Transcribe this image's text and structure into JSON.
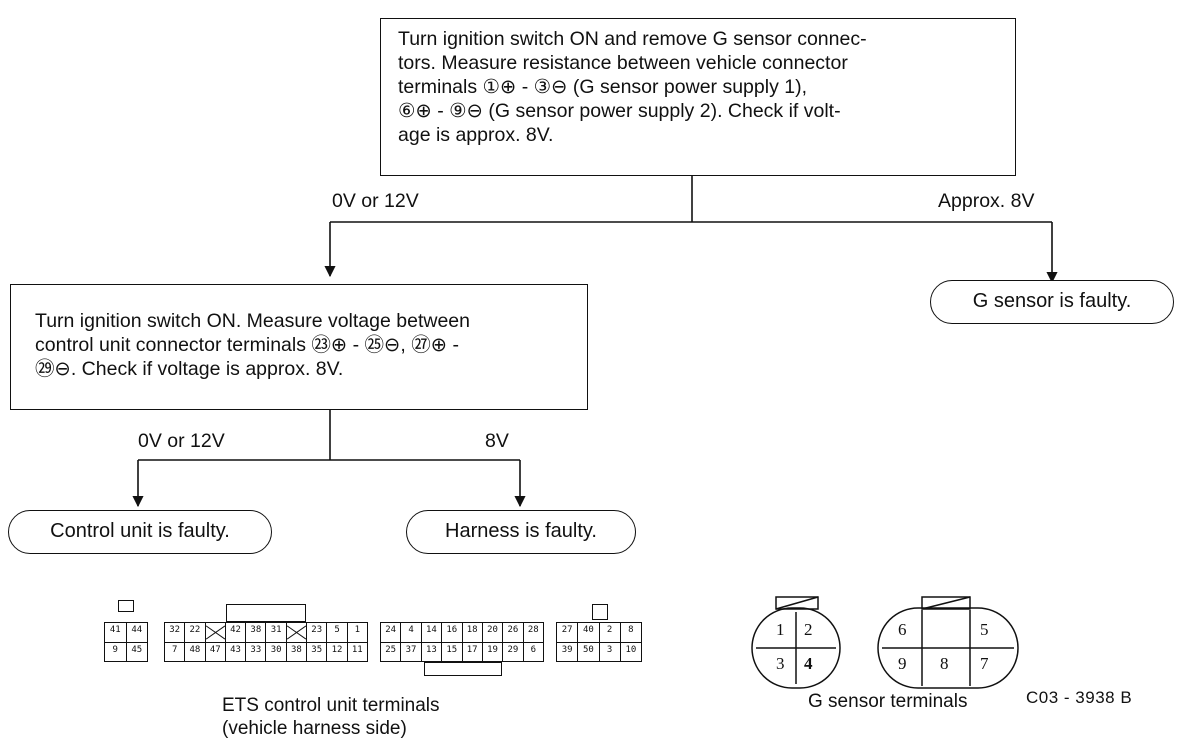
{
  "flow": {
    "step1": {
      "lines": [
        "Turn ignition switch ON and remove G sensor connec-",
        "tors. Measure resistance between vehicle connector",
        "terminals ①⊕ - ③⊖ (G sensor power supply 1),",
        "⑥⊕ - ⑨⊖ (G sensor power supply 2). Check if volt-",
        "age is approx. 8V."
      ]
    },
    "branch1_left": "0V or 12V",
    "branch1_right": "Approx. 8V",
    "g_sensor_faulty": "G sensor is faulty.",
    "step2": {
      "lines": [
        "Turn ignition switch ON. Measure voltage between",
        "control unit connector terminals ㉓⊕ - ㉕⊖, ㉗⊕ -",
        "㉙⊖. Check if voltage is approx. 8V."
      ]
    },
    "branch2_left": "0V or 12V",
    "branch2_right": "8V",
    "control_unit_faulty": "Control unit is faulty.",
    "harness_faulty": "Harness is faulty."
  },
  "ets_connectors": {
    "caption_line1": "ETS control unit terminals",
    "caption_line2": "(vehicle harness side)",
    "blocks": [
      {
        "rows": [
          [
            "41",
            "44"
          ],
          [
            "9",
            "45"
          ]
        ]
      },
      {
        "rows": [
          [
            "32",
            "22",
            "X",
            "42",
            "38",
            "31",
            "X",
            "23",
            "5",
            "1"
          ],
          [
            "7",
            "48",
            "47",
            "43",
            "33",
            "30",
            "38",
            "35",
            "12",
            "11"
          ]
        ]
      },
      {
        "rows": [
          [
            "24",
            "4",
            "14",
            "16",
            "18",
            "20",
            "26",
            "28"
          ],
          [
            "25",
            "37",
            "13",
            "15",
            "17",
            "19",
            "29",
            "6"
          ]
        ]
      },
      {
        "rows": [
          [
            "27",
            "40",
            "2",
            "8"
          ],
          [
            "39",
            "50",
            "3",
            "10"
          ]
        ]
      }
    ]
  },
  "g_sensor_connectors": {
    "caption": "G sensor terminals",
    "connector_a": [
      "1",
      "2",
      "3",
      "4"
    ],
    "connector_b": [
      "6",
      "5",
      "9",
      "8",
      "7"
    ]
  },
  "figure_code": "C03 - 3938 B"
}
